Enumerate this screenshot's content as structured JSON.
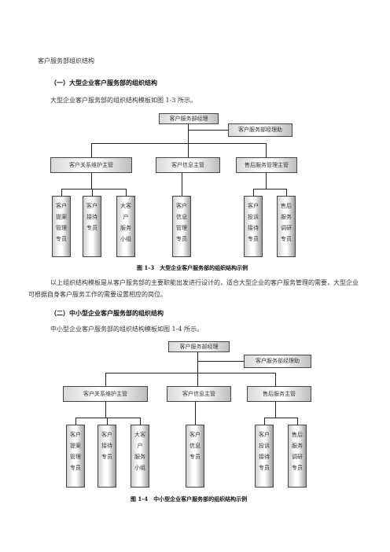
{
  "header": "客户服务部组织结构",
  "section1": {
    "heading": "（一）大型企业客户服务部的组织结构",
    "intro": "大型企业客户服务部的组织结构模板如图 1-3 所示。",
    "caption": "图 1-3　大型企业客户服务部的组织结构示例"
  },
  "chart1": {
    "top": "客户服务部经理",
    "assistant": "客户服务部经理助",
    "mid": [
      "客户关系维护主管",
      "客户信息主管",
      "售后服务管理主管"
    ],
    "leaves": [
      [
        "客户",
        "提案",
        "管理",
        "专员"
      ],
      [
        "客户",
        "接待",
        "专员"
      ],
      [
        "大客",
        "户",
        "服务",
        "小组"
      ],
      [
        "客户",
        "信息",
        "管理",
        "专员"
      ],
      [
        "客户",
        "投诉",
        "接待",
        "专员"
      ],
      [
        "售后",
        "服务",
        "调研",
        "专员"
      ]
    ]
  },
  "paragraph": "以上组织结构模板是从客户服务部的主要职能出发进行设计的，适合大型企业的客户服务管理的需要，大型企业可根据自身客户服务工作的需要设置相应的岗位。",
  "section2": {
    "heading": "（二）中小型企业客户服务部的组织结构",
    "intro": "中小型企业客户服务部的组织结构模板如图 1-4 所示。",
    "caption": "图 1-4　中小型企业客户服务部的组织结构示例"
  },
  "chart2": {
    "top": "客户服务部经理",
    "assistant": "客户服务部经理助",
    "mid": [
      "客户关系维护主管",
      "客户信息主管",
      "售后服务主管"
    ],
    "leaves": [
      [
        "客户",
        "提案",
        "管理",
        "专员"
      ],
      [
        "客户",
        "接待",
        "专员"
      ],
      [
        "大客",
        "户",
        "服务",
        "小组"
      ],
      [
        "客户",
        "信息",
        "专员"
      ],
      [
        "客户",
        "投诉",
        "接待",
        "专员"
      ],
      [
        "售后",
        "服务",
        "调研",
        "专员"
      ]
    ]
  }
}
